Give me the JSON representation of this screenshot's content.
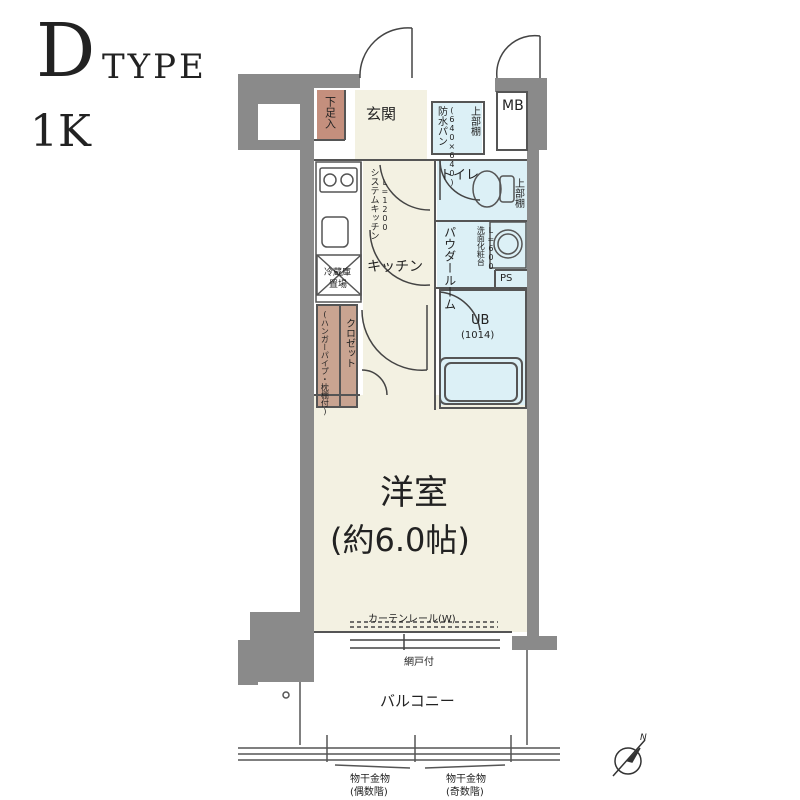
{
  "header": {
    "type_letter": "D",
    "type_word": "TYPE",
    "layout": "1K"
  },
  "rooms": {
    "entrance": "玄関",
    "shoe_storage": "下足入",
    "waterproof_pan": "防水パン",
    "waterproof_pan_size": "(640×640)",
    "upper_shelf_entry": "上部棚",
    "mb": "MB",
    "toilet": "トイレ",
    "upper_shelf_toilet": "上部棚",
    "system_kitchen": "システムキッチン",
    "kitchen_width": "L=1200",
    "washbasin": "洗面化粧台",
    "washbasin_width": "L=600",
    "powder_room": "パウダールーム",
    "kitchen": "キッチン",
    "fridge_space_1": "冷蔵庫",
    "fridge_space_2": "置場",
    "ps": "PS",
    "closet": "クロゼット",
    "closet_note": "(ハンガーパイプ・枕棚付)",
    "ub": "UB",
    "ub_size": "(1014)",
    "western_room": "洋室",
    "western_room_size": "(約6.0帖)",
    "curtain_rail": "カーテンレール(W)",
    "screen_door": "網戸付",
    "balcony": "バルコニー",
    "laundry_even_1": "物干金物",
    "laundry_even_2": "(偶数階)",
    "laundry_odd_1": "物干金物",
    "laundry_odd_2": "(奇数階)",
    "north_mark": "N"
  },
  "colors": {
    "wall": "#8a8a8a",
    "room": "#f3f1e2",
    "wet_area": "#dcf0f6",
    "shoe_box": "#c48f7d",
    "closet": "#c9a491"
  }
}
